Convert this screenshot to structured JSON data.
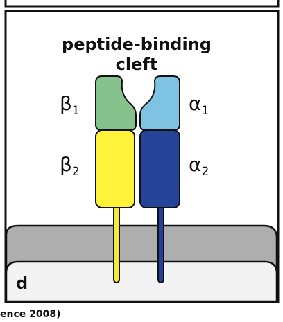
{
  "figure": {
    "title_line1": "peptide-binding",
    "title_line2": "cleft",
    "panel_letter": "d",
    "caption_fragment": "ence 2008)"
  },
  "chains": {
    "beta": {
      "domain1": {
        "greek": "β",
        "sub": "1",
        "color": "#86c28c"
      },
      "domain2": {
        "greek": "β",
        "sub": "2",
        "color": "#fff23a"
      },
      "tail_color": "#f4ea3a"
    },
    "alpha": {
      "domain1": {
        "greek": "α",
        "sub": "1",
        "color": "#7ec4e2"
      },
      "domain2": {
        "greek": "α",
        "sub": "2",
        "color": "#26439a"
      },
      "tail_color": "#24409a"
    }
  },
  "membrane": {
    "outer_color": "#aeaeae",
    "inner_color": "#f3f3f3"
  }
}
